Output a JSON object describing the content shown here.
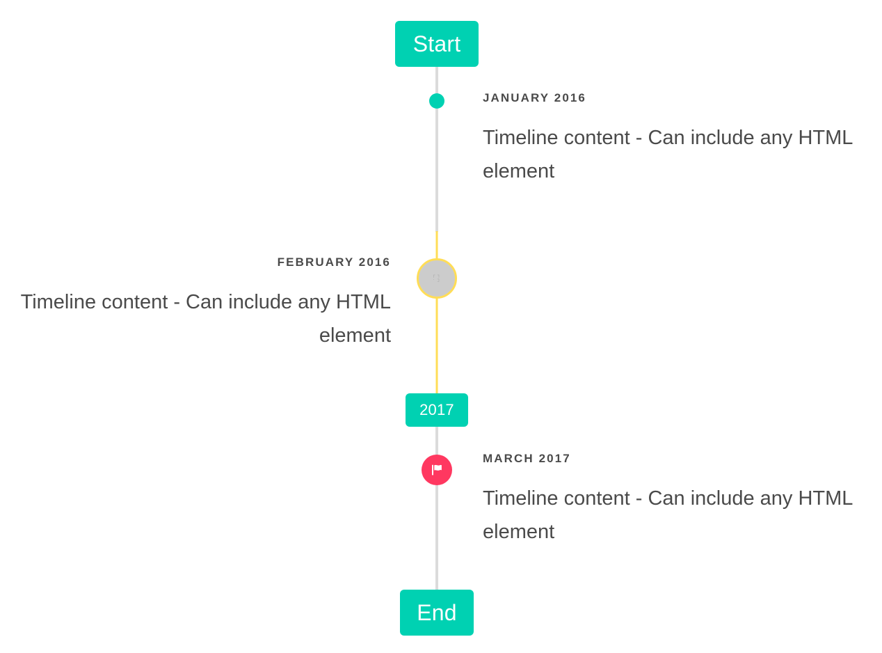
{
  "colors": {
    "accent_teal": "#00d1b2",
    "rail_gray": "#dbdbdb",
    "rail_yellow": "#ffdd57",
    "marker_pink": "#ff3860",
    "marker_gray_fill": "#cccccc",
    "text": "#4a4a4a",
    "background": "#ffffff"
  },
  "header": {
    "label": "Start"
  },
  "divider": {
    "label": "2017"
  },
  "footer": {
    "label": "End"
  },
  "items": [
    {
      "date": "JANUARY 2016",
      "body": "Timeline content - Can include any HTML element",
      "side": "right",
      "marker": "teal-dot"
    },
    {
      "date": "FEBRUARY 2016",
      "body": "Timeline content - Can include any HTML element",
      "side": "left",
      "marker": "broken-image"
    },
    {
      "date": "MARCH 2017",
      "body": "Timeline content - Can include any HTML element",
      "side": "right",
      "marker": "flag-icon"
    }
  ]
}
